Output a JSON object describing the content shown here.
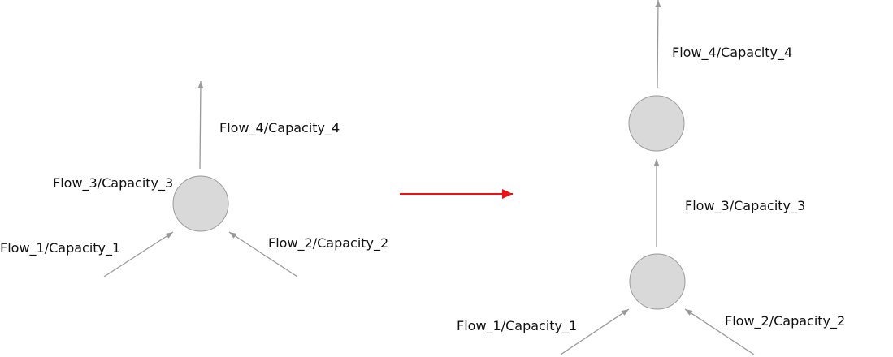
{
  "colors": {
    "edge": "#999999",
    "node_fill": "#d9d9d9",
    "node_stroke": "#9a9a9a",
    "transform_arrow": "#ee1111",
    "text": "#111111"
  },
  "before": {
    "labels": {
      "flow_1": "Flow_1/Capacity_1",
      "flow_2": "Flow_2/Capacity_2",
      "flow_3": "Flow_3/Capacity_3",
      "flow_4": "Flow_4/Capacity_4"
    }
  },
  "after": {
    "labels": {
      "flow_1": "Flow_1/Capacity_1",
      "flow_2": "Flow_2/Capacity_2",
      "flow_3": "Flow_3/Capacity_3",
      "flow_4": "Flow_4/Capacity_4"
    }
  }
}
